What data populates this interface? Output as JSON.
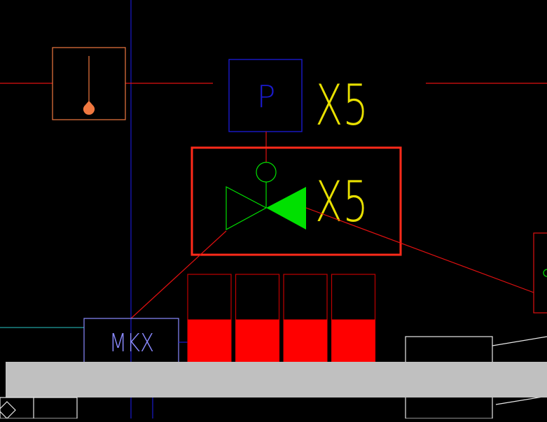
{
  "colors": {
    "background": "#000000",
    "red_line": "#e01010",
    "blue_line": "#1a1acc",
    "orange": "#f07840",
    "green": "#00e000",
    "yellow": "#e8e000",
    "selection": "#ff2a1a",
    "tank_fill": "#ff0000",
    "tank_border": "#c00000",
    "floor": "#c0c0c0",
    "lavender": "#8a8aff",
    "teal": "#20a0a0",
    "white": "#e8e8e8"
  },
  "labels": {
    "pressure_letter": "P",
    "pressure_multiplier": "X5",
    "valve_multiplier": "X5",
    "mkx": "MKX"
  },
  "tanks": [
    {
      "fill_fraction": 0.5
    },
    {
      "fill_fraction": 0.5
    },
    {
      "fill_fraction": 0.5
    },
    {
      "fill_fraction": 0.5
    }
  ],
  "icons": {
    "level_sensor": "level-sensor-icon",
    "control_valve": "control-valve-icon",
    "actuator": "actuator-icon"
  }
}
